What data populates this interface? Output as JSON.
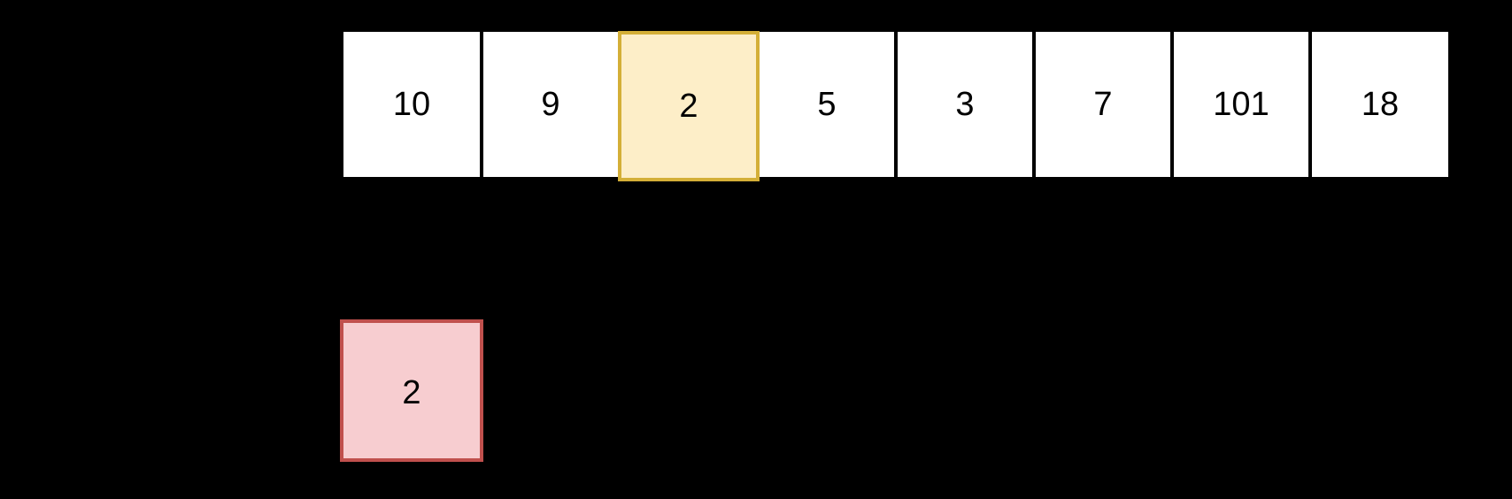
{
  "background_color": "#000000",
  "array": {
    "label": "array-row",
    "cell_border_color": "#000000",
    "cell_background": "#ffffff",
    "text_color": "#000000",
    "highlight": {
      "index": 2,
      "fill_color": "#fdeec8",
      "border_color": "#d4af37"
    },
    "cells": [
      {
        "value": "10",
        "highlighted": false
      },
      {
        "value": "9",
        "highlighted": false
      },
      {
        "value": "2",
        "highlighted": true
      },
      {
        "value": "5",
        "highlighted": false
      },
      {
        "value": "3",
        "highlighted": false
      },
      {
        "value": "7",
        "highlighted": false
      },
      {
        "value": "101",
        "highlighted": false
      },
      {
        "value": "18",
        "highlighted": false
      }
    ]
  },
  "held_value": {
    "label": "held-value-box",
    "value": "2",
    "fill_color": "#f7cdd0",
    "border_color": "#c0504d",
    "text_color": "#000000"
  }
}
